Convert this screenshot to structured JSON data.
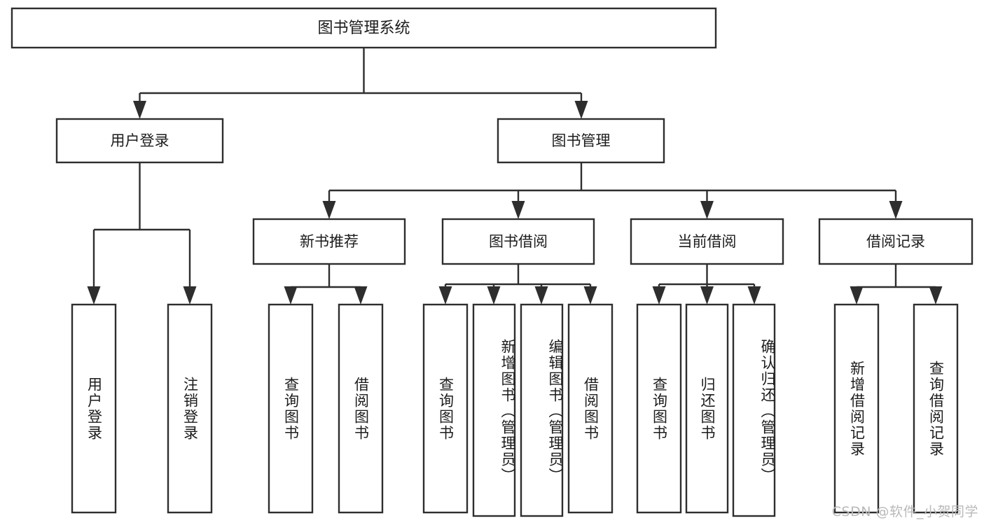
{
  "diagram": {
    "title": "图书管理系统",
    "type": "tree",
    "watermark": "CSDN @软件_小贺同学",
    "colors": {
      "stroke": "#2e2e2e",
      "box_fill": "#ffffff",
      "text": "#1c1c1c",
      "background": "#ffffff",
      "watermark": "#b9b9b9"
    },
    "levels": {
      "root": {
        "label": "图书管理系统"
      },
      "level2": [
        {
          "id": "user-login",
          "label": "用户登录"
        },
        {
          "id": "book-manage",
          "label": "图书管理"
        }
      ],
      "level3": [
        {
          "id": "new-book-recommend",
          "label": "新书推荐"
        },
        {
          "id": "book-borrow",
          "label": "图书借阅"
        },
        {
          "id": "current-borrow",
          "label": "当前借阅"
        },
        {
          "id": "borrow-record",
          "label": "借阅记录"
        }
      ],
      "leaves": {
        "user-login": [
          {
            "id": "leaf-user-login",
            "label": "用户登录"
          },
          {
            "id": "leaf-logout-login",
            "label": "注销登录"
          }
        ],
        "new-book-recommend": [
          {
            "id": "leaf-query-book-1",
            "label": "查询图书"
          },
          {
            "id": "leaf-borrow-book-1",
            "label": "借阅图书"
          }
        ],
        "book-borrow": [
          {
            "id": "leaf-query-book-2",
            "label": "查询图书"
          },
          {
            "id": "leaf-add-book-admin",
            "label": "新增图书（管理员）"
          },
          {
            "id": "leaf-edit-book-admin",
            "label": "编辑图书（管理员）"
          },
          {
            "id": "leaf-borrow-book-2",
            "label": "借阅图书"
          }
        ],
        "current-borrow": [
          {
            "id": "leaf-query-book-3",
            "label": "查询图书"
          },
          {
            "id": "leaf-return-book",
            "label": "归还图书"
          },
          {
            "id": "leaf-confirm-return-admin",
            "label": "确认归还（管理员）"
          }
        ],
        "borrow-record": [
          {
            "id": "leaf-add-borrow-record",
            "label": "新增借阅记录"
          },
          {
            "id": "leaf-query-borrow-record",
            "label": "查询借阅记录"
          }
        ]
      }
    }
  }
}
